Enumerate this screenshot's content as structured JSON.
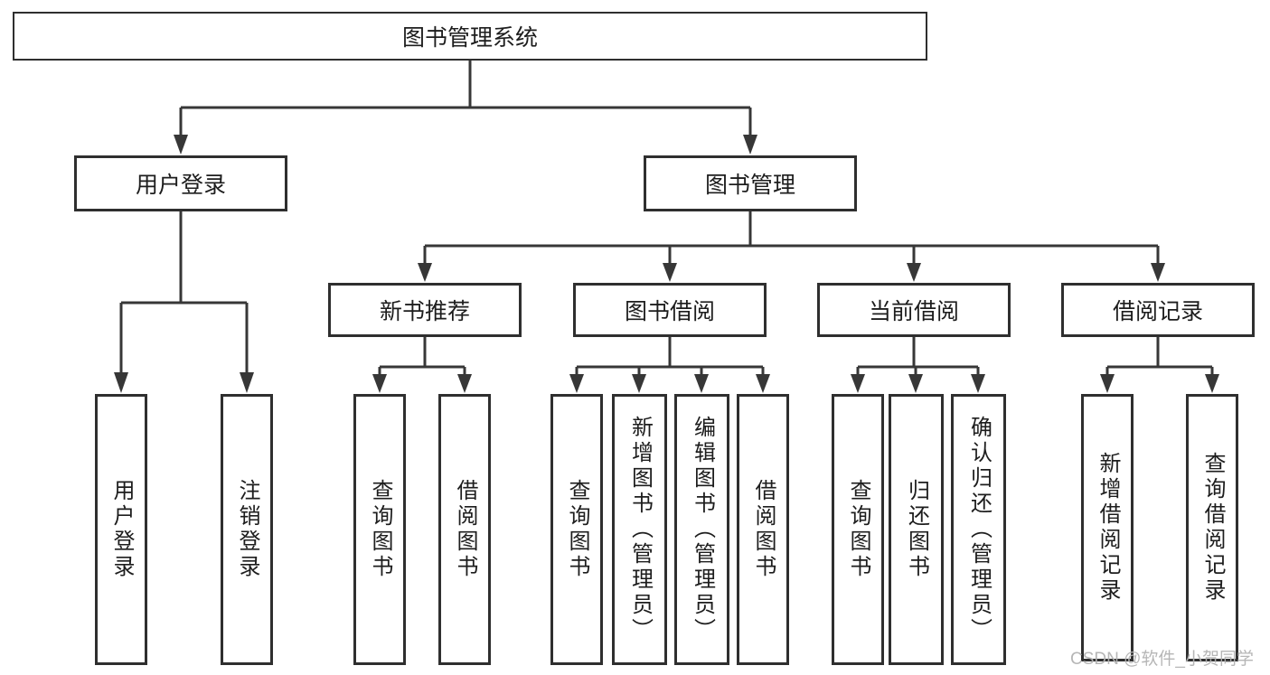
{
  "tree": {
    "label": "图书管理系统",
    "children": [
      {
        "label": "用户登录",
        "children": [
          {
            "label": "用户登录"
          },
          {
            "label": "注销登录"
          }
        ]
      },
      {
        "label": "图书管理",
        "children": [
          {
            "label": "新书推荐",
            "children": [
              {
                "label": "查询图书"
              },
              {
                "label": "借阅图书"
              }
            ]
          },
          {
            "label": "图书借阅",
            "children": [
              {
                "label": "查询图书"
              },
              {
                "label": "新增图书（管理员）"
              },
              {
                "label": "编辑图书（管理员）"
              },
              {
                "label": "借阅图书"
              }
            ]
          },
          {
            "label": "当前借阅",
            "children": [
              {
                "label": "查询图书"
              },
              {
                "label": "归还图书"
              },
              {
                "label": "确认归还（管理员）"
              }
            ]
          },
          {
            "label": "借阅记录",
            "children": [
              {
                "label": "新增借阅记录"
              },
              {
                "label": "查询借阅记录"
              }
            ]
          }
        ]
      }
    ]
  },
  "watermark": {
    "text": "CSDN @软件_小贺同学"
  },
  "colors": {
    "line": "#373737",
    "box_border": "#2f2f2f",
    "text": "#1d1d1d",
    "watermark": "#b2b2b2",
    "background": "#ffffff"
  }
}
